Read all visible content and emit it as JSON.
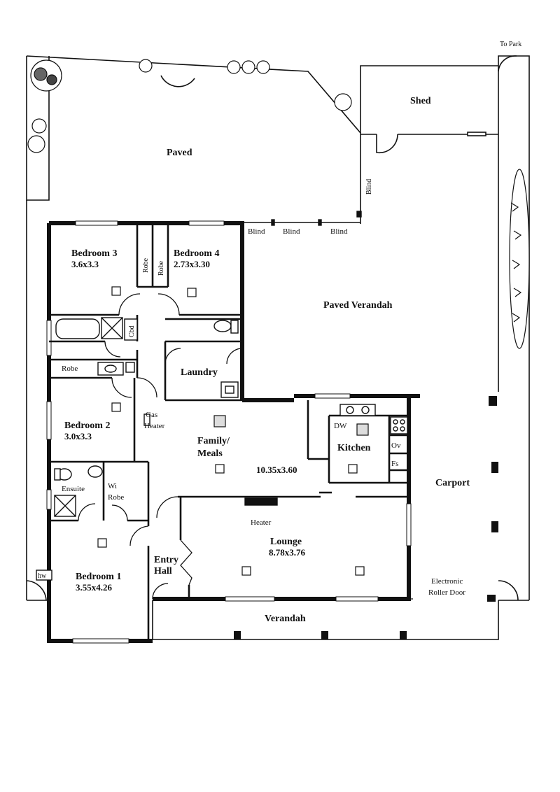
{
  "labels": {
    "to_park": "To Park",
    "shed": "Shed",
    "paved": "Paved",
    "blind_vertical": "Blind",
    "blind_1": "Blind",
    "blind_2": "Blind",
    "blind_3": "Blind",
    "paved_verandah": "Paved Verandah",
    "bedroom3_name": "Bedroom 3",
    "bedroom3_size": "3.6x3.3",
    "bedroom4_name": "Bedroom 4",
    "bedroom4_size": "2.73x3.30",
    "robe_a": "Robe",
    "robe_b": "Robe",
    "cbd": "Cbd",
    "robe_c": "Robe",
    "laundry": "Laundry",
    "bedroom2_name": "Bedroom 2",
    "bedroom2_size": "3.0x3.3",
    "gas": "Gas",
    "heater_gas": "Heater",
    "family_1": "Family/",
    "family_2": "Meals",
    "family_size": "10.35x3.60",
    "dw": "DW",
    "kitchen": "Kitchen",
    "ov": "Ov",
    "fs": "Fs",
    "carport": "Carport",
    "ensuite": "Ensuite",
    "wi": "Wi",
    "robe_wi": "Robe",
    "heater_lounge": "Heater",
    "lounge_name": "Lounge",
    "lounge_size": "8.78x3.76",
    "entry_1": "Entry",
    "entry_2": "Hall",
    "bedroom1_name": "Bedroom 1",
    "bedroom1_size": "3.55x4.26",
    "hw": "hw",
    "electronic": "Electronic",
    "roller_door": "Roller Door",
    "verandah": "Verandah"
  }
}
